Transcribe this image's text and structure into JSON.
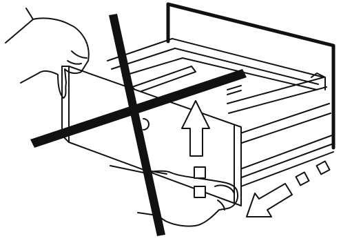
{
  "diagram": {
    "kind": "instruction-illustration",
    "instruction": "do-not-lift-drawer-by-front-panel",
    "prohibition_mark": "cross",
    "arrows": [
      {
        "name": "lift-arrow",
        "direction": "up"
      },
      {
        "name": "pull-out-arrow",
        "direction": "down-left"
      }
    ]
  },
  "colors": {
    "ink": "#111111",
    "paper": "#ffffff"
  }
}
